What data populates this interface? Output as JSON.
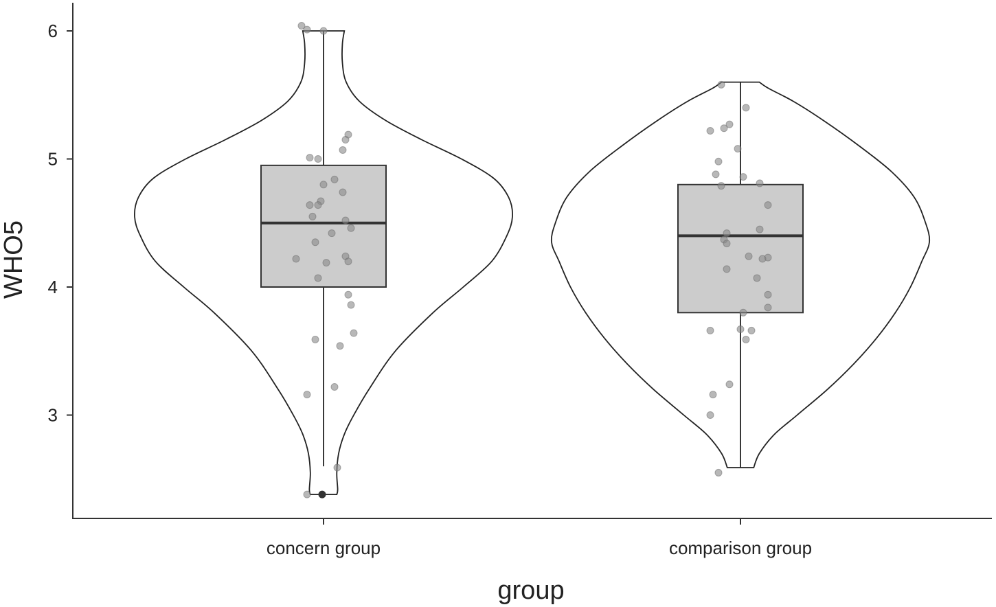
{
  "chart_data": {
    "type": "violin",
    "xlabel": "group",
    "ylabel": "WHO5",
    "ylim": [
      2.2,
      6.2
    ],
    "yticks": [
      3,
      4,
      5,
      6
    ],
    "grid": false,
    "categories": [
      "concern group",
      "comparison group"
    ],
    "groups": [
      {
        "name": "concern group",
        "violin": {
          "range": [
            2.38,
            6.0
          ],
          "profile": [
            [
              2.38,
              0.07
            ],
            [
              2.42,
              0.075
            ],
            [
              2.55,
              0.07
            ],
            [
              2.7,
              0.08
            ],
            [
              2.85,
              0.11
            ],
            [
              3.0,
              0.16
            ],
            [
              3.2,
              0.24
            ],
            [
              3.5,
              0.38
            ],
            [
              3.8,
              0.58
            ],
            [
              4.0,
              0.74
            ],
            [
              4.2,
              0.89
            ],
            [
              4.4,
              0.97
            ],
            [
              4.55,
              1.0
            ],
            [
              4.7,
              0.98
            ],
            [
              4.85,
              0.9
            ],
            [
              5.0,
              0.73
            ],
            [
              5.15,
              0.52
            ],
            [
              5.3,
              0.33
            ],
            [
              5.45,
              0.19
            ],
            [
              5.6,
              0.12
            ],
            [
              5.75,
              0.1
            ],
            [
              5.9,
              0.1
            ],
            [
              6.0,
              0.11
            ]
          ]
        },
        "box": {
          "q1": 4.0,
          "median": 4.5,
          "q3": 4.95,
          "lower_whisker": 2.6,
          "upper_whisker": 6.0
        },
        "outliers": [
          2.38
        ],
        "points": [
          [
            -0.08,
            6.04
          ],
          [
            -0.06,
            6.01
          ],
          [
            0.0,
            6.0
          ],
          [
            0.09,
            5.19
          ],
          [
            0.08,
            5.15
          ],
          [
            0.07,
            5.07
          ],
          [
            -0.02,
            5.0
          ],
          [
            -0.05,
            5.01
          ],
          [
            0.04,
            4.84
          ],
          [
            0.0,
            4.8
          ],
          [
            0.07,
            4.74
          ],
          [
            -0.01,
            4.67
          ],
          [
            -0.02,
            4.64
          ],
          [
            -0.05,
            4.64
          ],
          [
            -0.04,
            4.55
          ],
          [
            0.08,
            4.52
          ],
          [
            0.1,
            4.46
          ],
          [
            0.03,
            4.42
          ],
          [
            -0.03,
            4.35
          ],
          [
            0.08,
            4.24
          ],
          [
            0.09,
            4.2
          ],
          [
            -0.1,
            4.22
          ],
          [
            0.01,
            4.19
          ],
          [
            -0.02,
            4.07
          ],
          [
            0.09,
            3.94
          ],
          [
            0.1,
            3.86
          ],
          [
            0.11,
            3.64
          ],
          [
            -0.03,
            3.59
          ],
          [
            0.06,
            3.54
          ],
          [
            0.04,
            3.22
          ],
          [
            -0.06,
            3.16
          ],
          [
            0.05,
            2.59
          ],
          [
            -0.06,
            2.38
          ]
        ]
      },
      {
        "name": "comparison group",
        "violin": {
          "range": [
            2.59,
            5.6
          ],
          "profile": [
            [
              2.59,
              0.07
            ],
            [
              2.7,
              0.1
            ],
            [
              2.85,
              0.18
            ],
            [
              3.0,
              0.3
            ],
            [
              3.2,
              0.46
            ],
            [
              3.4,
              0.6
            ],
            [
              3.6,
              0.72
            ],
            [
              3.8,
              0.82
            ],
            [
              4.0,
              0.9
            ],
            [
              4.2,
              0.96
            ],
            [
              4.35,
              1.0
            ],
            [
              4.5,
              0.98
            ],
            [
              4.7,
              0.92
            ],
            [
              4.9,
              0.8
            ],
            [
              5.1,
              0.63
            ],
            [
              5.3,
              0.44
            ],
            [
              5.45,
              0.28
            ],
            [
              5.55,
              0.15
            ],
            [
              5.6,
              0.1
            ]
          ]
        },
        "box": {
          "q1": 3.8,
          "median": 4.4,
          "q3": 4.8,
          "lower_whisker": 2.59,
          "upper_whisker": 5.6
        },
        "outliers": [],
        "points": [
          [
            -0.07,
            5.58
          ],
          [
            0.02,
            5.4
          ],
          [
            -0.04,
            5.27
          ],
          [
            -0.06,
            5.24
          ],
          [
            -0.11,
            5.22
          ],
          [
            -0.01,
            5.08
          ],
          [
            -0.08,
            4.98
          ],
          [
            -0.09,
            4.88
          ],
          [
            0.01,
            4.86
          ],
          [
            0.07,
            4.81
          ],
          [
            -0.07,
            4.79
          ],
          [
            0.1,
            4.64
          ],
          [
            0.07,
            4.45
          ],
          [
            -0.05,
            4.42
          ],
          [
            -0.06,
            4.37
          ],
          [
            -0.05,
            4.34
          ],
          [
            0.1,
            4.23
          ],
          [
            0.03,
            4.24
          ],
          [
            0.08,
            4.22
          ],
          [
            -0.05,
            4.14
          ],
          [
            0.06,
            4.07
          ],
          [
            0.1,
            3.94
          ],
          [
            0.1,
            3.84
          ],
          [
            0.01,
            3.8
          ],
          [
            0.0,
            3.67
          ],
          [
            0.04,
            3.66
          ],
          [
            -0.11,
            3.66
          ],
          [
            0.02,
            3.59
          ],
          [
            -0.04,
            3.24
          ],
          [
            -0.1,
            3.16
          ],
          [
            -0.11,
            3.0
          ],
          [
            -0.08,
            2.55
          ]
        ]
      }
    ]
  }
}
